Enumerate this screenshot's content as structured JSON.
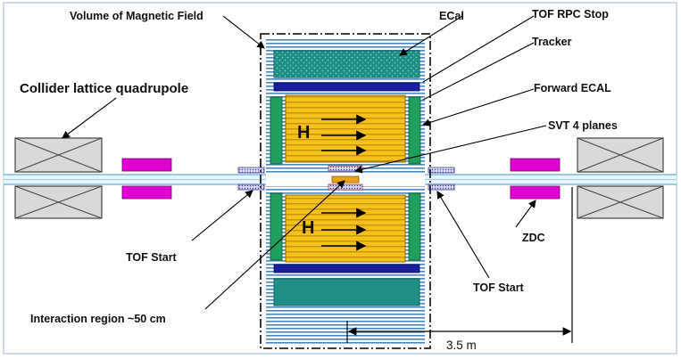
{
  "labels": {
    "volume_field": "Volume of Magnetic Field",
    "ecal": "ECal",
    "tof_rpc_stop": "TOF RPC Stop",
    "tracker": "Tracker",
    "collider_quadrupole": "Collider lattice quadrupole",
    "forward_ecal": "Forward ECAL",
    "svt": "SVT 4 planes",
    "h_upper": "H",
    "h_lower": "H",
    "tof_start_left": "TOF Start",
    "tof_start_right": "TOF Start",
    "zdc": "ZDC",
    "interaction_region": "Interaction region ~50 cm",
    "distance": "3.5 m"
  },
  "colors": {
    "field_border": "#222222",
    "stripes": "#4f86b8",
    "ecal_hatch": "#1f8f86",
    "dark_blue_bar": "#1b1f9e",
    "tracker": "#f4c21a",
    "forward_ecal": "#1f9e5c",
    "magenta": "#e000d0",
    "quadrupole": "#d9d9d9",
    "beam": "#9fcfe6",
    "svt": "#e9a316"
  }
}
